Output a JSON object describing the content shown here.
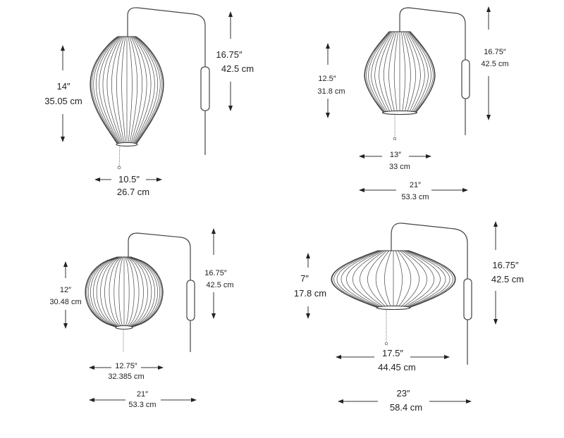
{
  "lamps": [
    {
      "name": "cigar",
      "height_in": "14″",
      "height_cm": "35.05 cm",
      "width_in": "10.5″",
      "width_cm": "26.7 cm",
      "arm_in": "16.75″",
      "arm_cm": "42.5 cm"
    },
    {
      "name": "pear",
      "height_in": "12.5″",
      "height_cm": "31.8 cm",
      "width_in": "13″",
      "width_cm": "33 cm",
      "arm_in": "16.75″",
      "arm_cm": "42.5 cm",
      "depth_in": "21″",
      "depth_cm": "53.3 cm"
    },
    {
      "name": "ball",
      "height_in": "12″",
      "height_cm": "30.48 cm",
      "width_in": "12.75″",
      "width_cm": "32.385 cm",
      "arm_in": "16.75″",
      "arm_cm": "42.5 cm",
      "depth_in": "21″",
      "depth_cm": "53.3 cm"
    },
    {
      "name": "saucer",
      "height_in": "7″",
      "height_cm": "17.8 cm",
      "width_in": "17.5″",
      "width_cm": "44.45 cm",
      "arm_in": "16.75″",
      "arm_cm": "42.5 cm",
      "depth_in": "23″",
      "depth_cm": "58.4 cm"
    }
  ],
  "colors": {
    "line": "#333333",
    "background": "#ffffff"
  }
}
